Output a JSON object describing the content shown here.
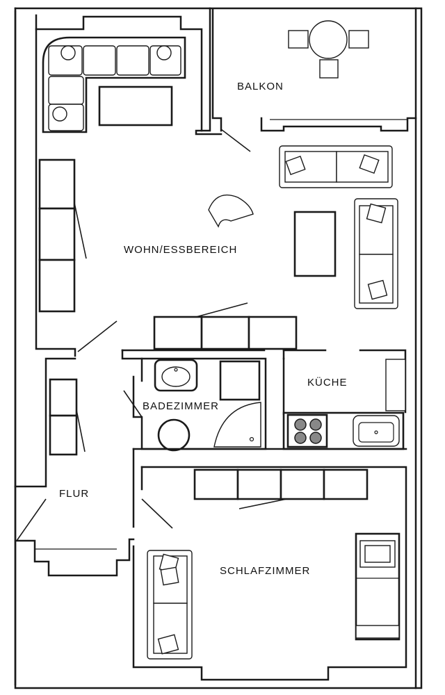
{
  "rooms": {
    "balcony": "BALKON",
    "living_dining": "WOHN/ESSBEREICH",
    "bathroom": "BADEZIMMER",
    "kitchen": "KÜCHE",
    "hallway": "FLUR",
    "bedroom": "SCHLAFZIMMER"
  },
  "colors": {
    "wall": "#1a1a1a",
    "stove": "#888888",
    "background": "#ffffff"
  }
}
